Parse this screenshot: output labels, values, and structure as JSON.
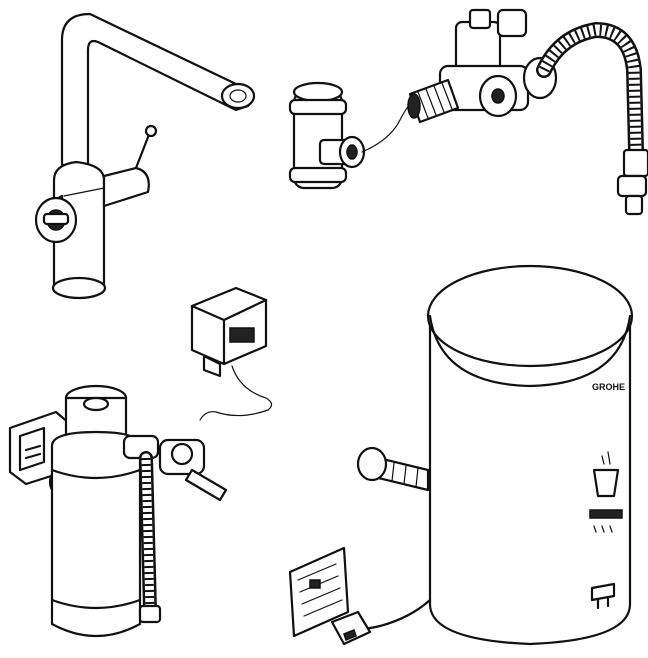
{
  "diagram": {
    "components": [
      {
        "id": "kitchen-faucet",
        "label": ""
      },
      {
        "id": "t-connector",
        "label": ""
      },
      {
        "id": "valve-assembly",
        "label": ""
      },
      {
        "id": "flexible-hose",
        "label": ""
      },
      {
        "id": "control-box",
        "label": ""
      },
      {
        "id": "water-filter",
        "label": ""
      },
      {
        "id": "boiler-tank",
        "label": ""
      },
      {
        "id": "power-plug",
        "label": ""
      },
      {
        "id": "instruction-card",
        "label": ""
      }
    ],
    "boiler_brand": "GROHE"
  }
}
